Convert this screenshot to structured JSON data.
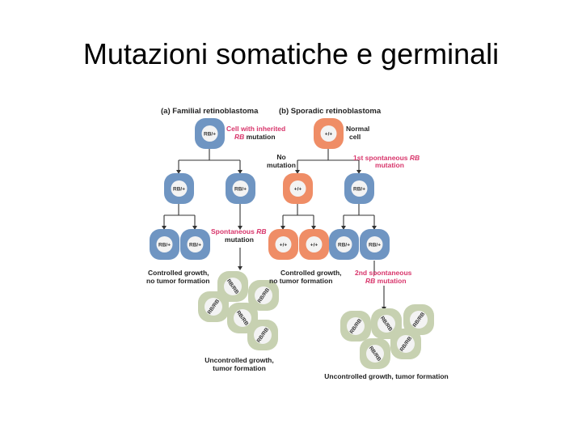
{
  "title": "Mutazioni somatiche e germinali",
  "colors": {
    "blue_cell": "#6f95c2",
    "orange_cell": "#ef8d66",
    "green_cell": "#c7d1b1",
    "nucleus": "#f3f3f3",
    "red_text": "#d8356b"
  },
  "panel_a": {
    "heading": "(a) Familial retinoblastoma",
    "top_cell": "RB/+",
    "inherited_label_1": "Cell with inherited",
    "inherited_label_2_rb": "RB",
    "inherited_label_2_rest": " mutation",
    "row2": [
      "RB/+",
      "RB/+"
    ],
    "spontaneous_label_1_prefix": "Spontaneous ",
    "spontaneous_label_1_rb": "RB",
    "spontaneous_label_2": "mutation",
    "row3": [
      "RB/+",
      "RB/+"
    ],
    "controlled_1": "Controlled growth,",
    "controlled_2": "no tumor formation",
    "tumor_cells": [
      "RB/RB",
      "RB/RB",
      "RB/RB",
      "RB/RB",
      "RB/RB"
    ],
    "uncontrolled_1": "Uncontrolled growth,",
    "uncontrolled_2": "tumor formation"
  },
  "panel_b": {
    "heading": "(b) Sporadic retinoblastoma",
    "top_cell": "+/+",
    "normal_label_1": "Normal",
    "normal_label_2": "cell",
    "no_mutation_1": "No",
    "no_mutation_2": "mutation",
    "first_label_1_prefix": "1st spontaneous ",
    "first_label_1_rb": "RB",
    "first_label_2": "mutation",
    "row2": [
      "+/+",
      "RB/+"
    ],
    "row3": [
      "+/+",
      "+/+",
      "RB/+",
      "RB/+"
    ],
    "controlled_1": "Controlled growth,",
    "controlled_2": "no tumor formation",
    "second_label_1": "2nd spontaneous",
    "second_label_2_rb": "RB",
    "second_label_2_rest": " mutation",
    "tumor_cells": [
      "RB/RB",
      "RB/RB",
      "RB/RB",
      "RB/RB",
      "RB/RB"
    ],
    "uncontrolled": "Uncontrolled growth, tumor formation"
  }
}
